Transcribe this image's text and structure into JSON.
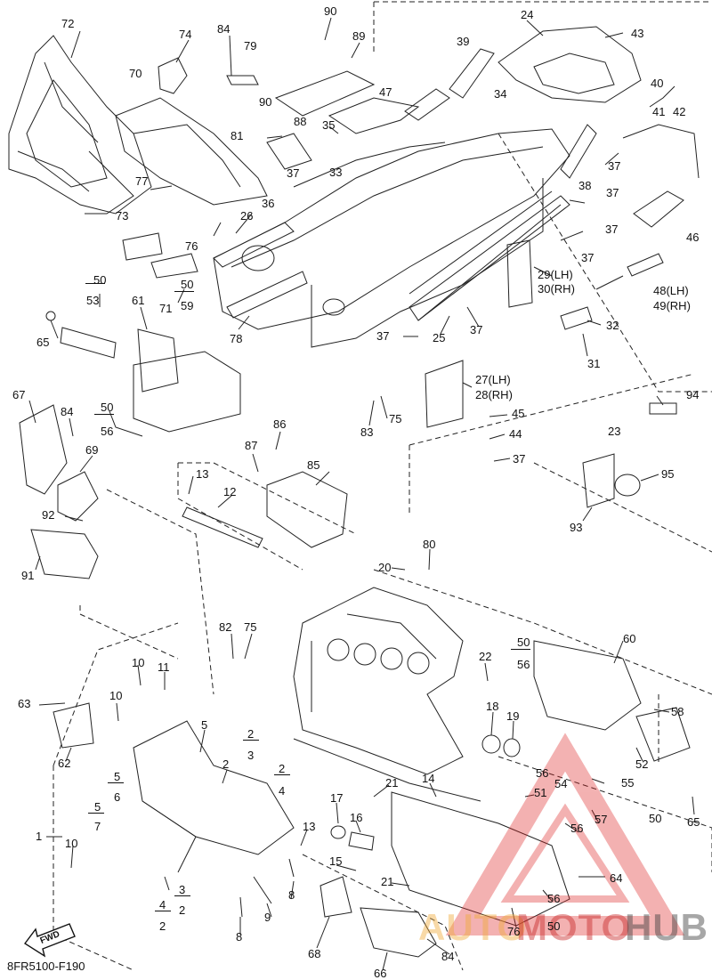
{
  "diagram": {
    "code": "8FR5100-F190",
    "fwd_label": "FWD",
    "watermark": {
      "part1": "AUTO",
      "part2": "MOTO",
      "part3": "HUB"
    },
    "callouts": {
      "c72": "72",
      "c74": "74",
      "c84a": "84",
      "c79": "79",
      "c90a": "90",
      "c89": "89",
      "c24": "24",
      "c43": "43",
      "c70": "70",
      "c39": "39",
      "c47": "47",
      "c40": "40",
      "c41": "41",
      "c42": "42",
      "c34": "34",
      "c90b": "90",
      "c88": "88",
      "c35": "35",
      "c81": "81",
      "c37a": "37",
      "c33": "33",
      "c37b": "37",
      "c38": "38",
      "c77": "77",
      "c36": "36",
      "c26": "26",
      "c37c": "37",
      "c73": "73",
      "c76a": "76",
      "c37d": "37",
      "c46": "46",
      "c37e": "37",
      "c29": "29(LH)",
      "c30": "30(RH)",
      "c50a": "50",
      "c53": "53",
      "c50b": "50",
      "c59": "59",
      "c71": "71",
      "c48": "48(LH)",
      "c49": "49(RH)",
      "c61": "61",
      "c65a": "65",
      "c78": "78",
      "c32": "32",
      "c37f": "37",
      "c25": "25",
      "c37g": "37",
      "c31": "31",
      "c27": "27(LH)",
      "c28": "28(RH)",
      "c94": "94",
      "c67": "67",
      "c84b": "84",
      "c50c": "50",
      "c56a": "56",
      "c83": "83",
      "c75a": "75",
      "c45": "45",
      "c23": "23",
      "c44": "44",
      "c86": "86",
      "c87": "87",
      "c85": "85",
      "c69": "69",
      "c37h": "37",
      "c95": "95",
      "c93": "93",
      "c13a": "13",
      "c12": "12",
      "c92": "92",
      "c91": "91",
      "c80": "80",
      "c20": "20",
      "c60": "60",
      "c82": "82",
      "c75b": "75",
      "c50d": "50",
      "c56b": "56",
      "c22": "22",
      "c10a": "10",
      "c11": "11",
      "c63": "63",
      "c10b": "10",
      "c18": "18",
      "c19": "19",
      "c58": "58",
      "c5a": "5",
      "c2a": "2",
      "c3a": "3",
      "c62": "62",
      "c2b": "2",
      "c52": "52",
      "c56c": "56",
      "c54": "54",
      "c55": "55",
      "c2c": "2",
      "c4a": "4",
      "c5b": "5",
      "c6": "6",
      "c21a": "21",
      "c14": "14",
      "c51": "51",
      "c57": "57",
      "c5c": "5",
      "c7": "7",
      "c17": "17",
      "c16": "16",
      "c13b": "13",
      "c56d": "56",
      "c65b": "65",
      "c50e": "50",
      "c1": "1",
      "c10c": "10",
      "c15": "15",
      "c9": "9",
      "c8a": "8",
      "c21b": "21",
      "c64": "64",
      "c3b": "3",
      "c4b": "4",
      "c2d": "2",
      "c2e": "2",
      "c56e": "56",
      "c8b": "8",
      "c68": "68",
      "c76b": "76",
      "c50f": "50",
      "c84c": "84",
      "c66": "66"
    }
  }
}
